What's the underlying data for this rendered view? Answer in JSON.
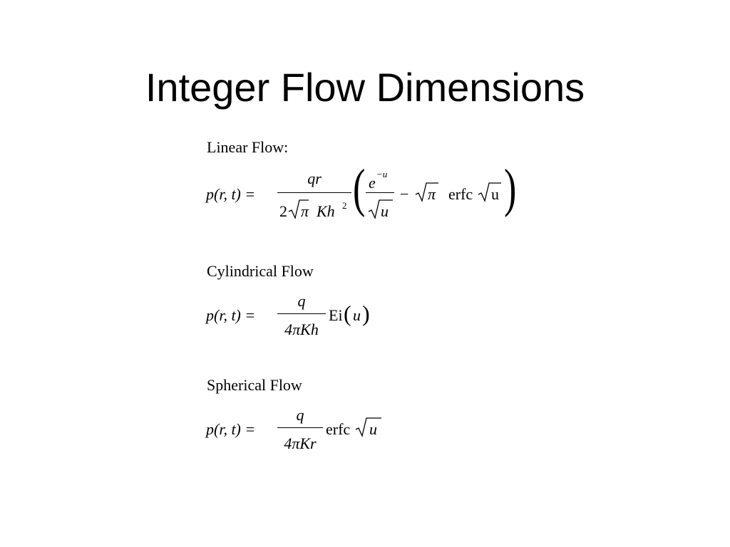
{
  "slide": {
    "title": "Integer Flow Dimensions"
  },
  "sections": [
    {
      "label": "Linear Flow:",
      "lhs": "p(r, t) =",
      "frac_num": "qr",
      "frac_den_lead": "2",
      "frac_den_tail": "Kh",
      "frac_den_sup": "2",
      "inner_num": "e",
      "inner_num_sup": "−u",
      "inner_den": "u",
      "minus": "−",
      "pi": "π",
      "func": "erfc",
      "func_arg": "u"
    },
    {
      "label": "Cylindrical Flow",
      "lhs": "p(r, t) =",
      "frac_num": "q",
      "frac_den": "4πKh",
      "func": "Ei",
      "func_arg": "u"
    },
    {
      "label": "Spherical Flow",
      "lhs": "p(r, t) =",
      "frac_num": "q",
      "frac_den": "4πKr",
      "func": "erfc",
      "func_arg": "u"
    }
  ]
}
